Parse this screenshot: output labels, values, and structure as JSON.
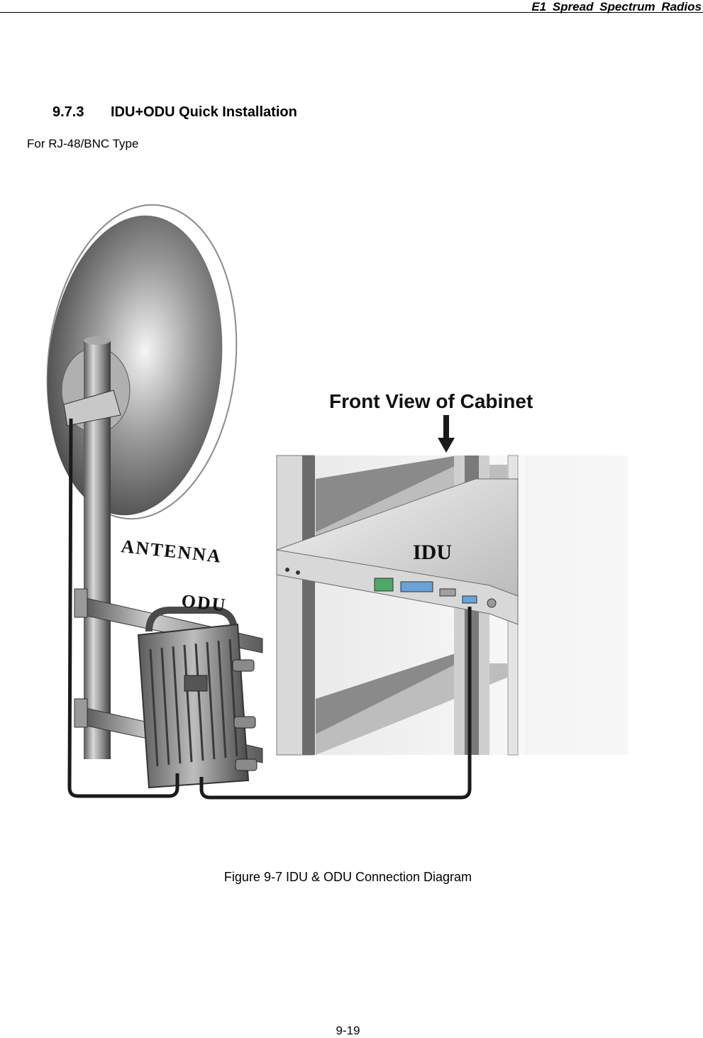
{
  "header": {
    "title": "E1  Spread  Spectrum  Radios"
  },
  "section": {
    "number": "9.7.3",
    "title": "IDU+ODU Quick Installation"
  },
  "subtitle": "For RJ-48/BNC Type",
  "figure": {
    "labels": {
      "front_view": "Front  View of Cabinet",
      "idu": "IDU",
      "antenna": "ANTENNA",
      "odu": "ODU"
    },
    "caption": "Figure 9-7 IDU & ODU Connection Diagram"
  },
  "footer": {
    "page_number": "9-19"
  }
}
